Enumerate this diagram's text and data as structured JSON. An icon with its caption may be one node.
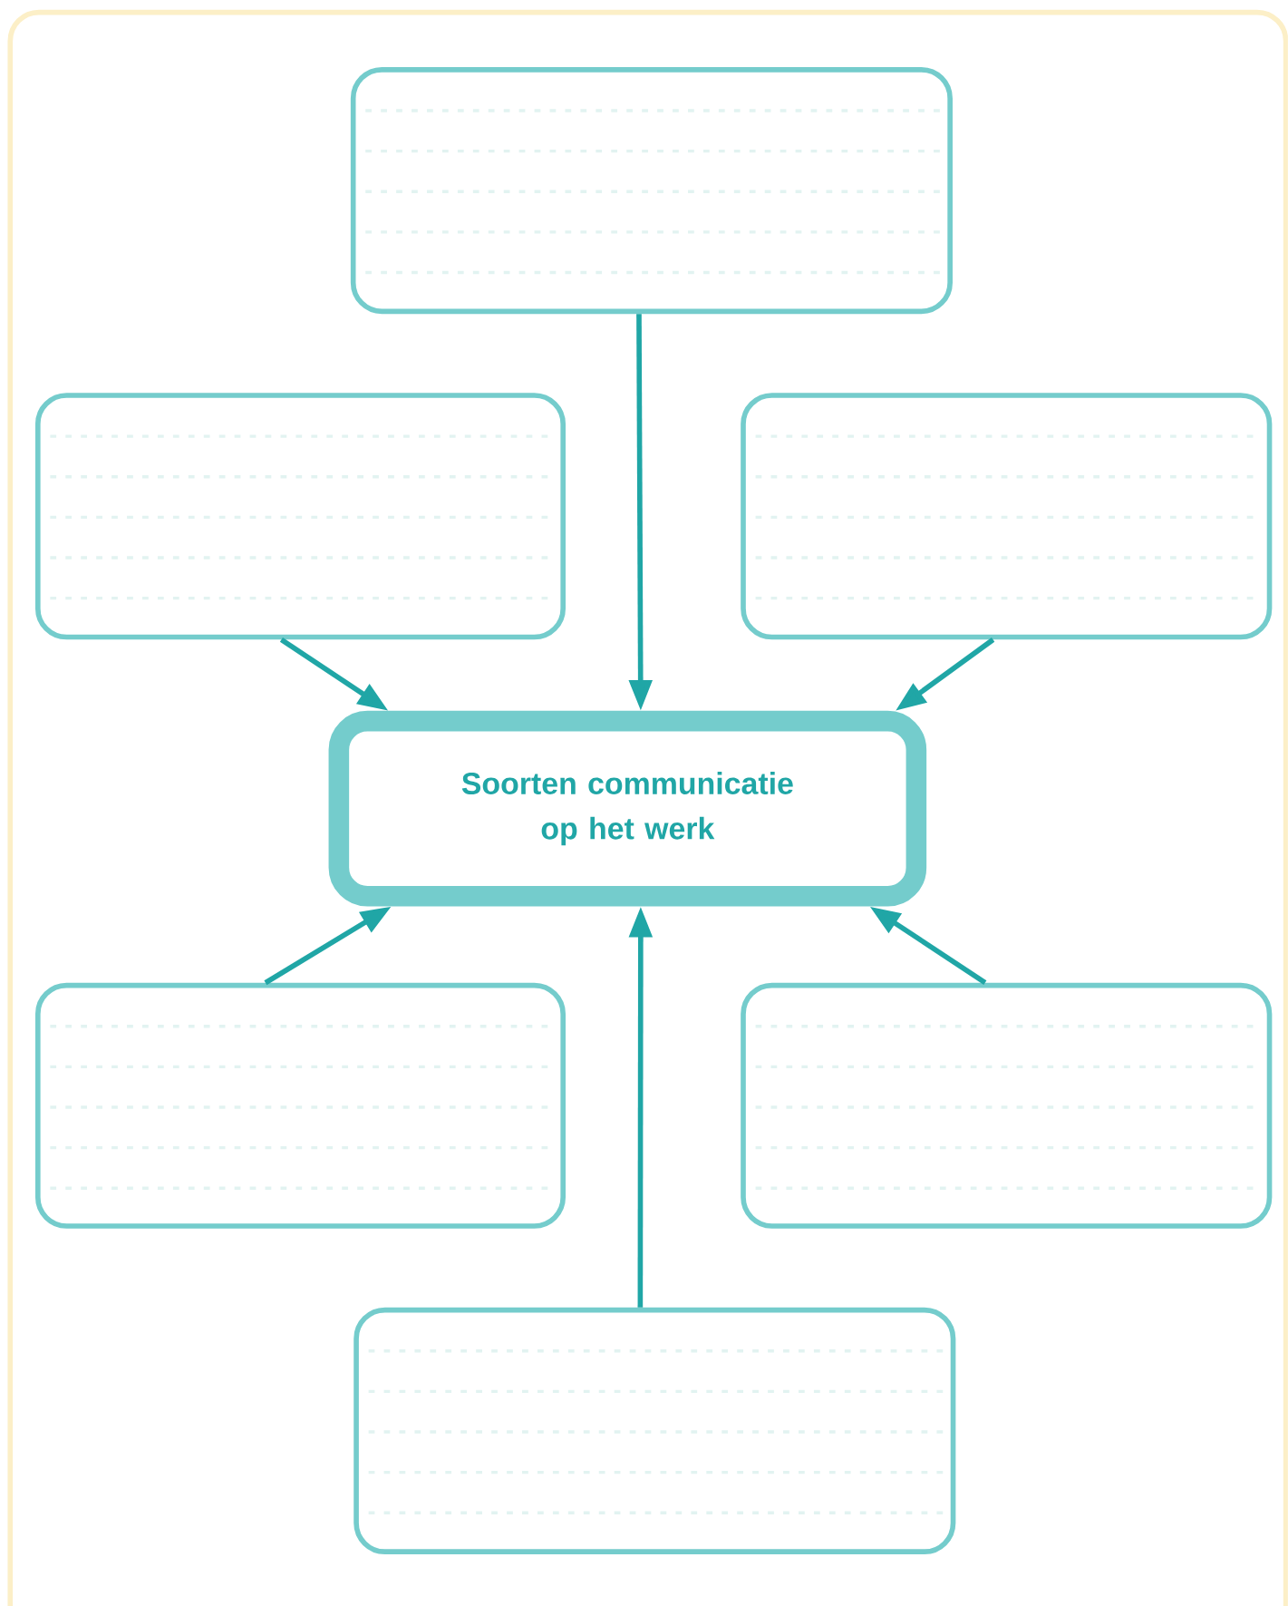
{
  "diagram": {
    "nodes": [
      {
        "text": [],
        "shape": "box"
      },
      {
        "text": [],
        "shape": "box"
      },
      {
        "text": [],
        "shape": "box"
      },
      {
        "text": [
          "Soorten communicatie op het werk"
        ]
      },
      {
        "text": [],
        "shape": "box"
      },
      {
        "text": [],
        "shape": "box"
      },
      {
        "text": [],
        "shape": "box"
      }
    ],
    "edges": [
      {
        "from": 0,
        "to": 3,
        "arrow": "to"
      },
      {
        "from": 1,
        "to": 3,
        "arrow": "to"
      },
      {
        "from": 2,
        "to": 3,
        "arrow": "to"
      },
      {
        "from": 4,
        "to": 3,
        "arrow": "to"
      },
      {
        "from": 5,
        "to": 3,
        "arrow": "to"
      },
      {
        "from": 6,
        "to": 3,
        "arrow": "to"
      }
    ]
  }
}
